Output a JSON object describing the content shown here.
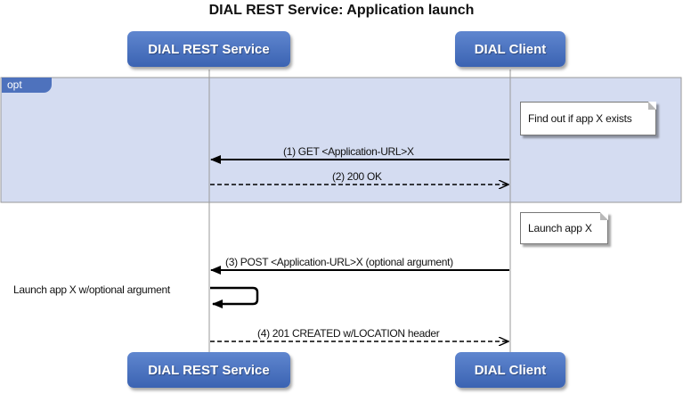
{
  "title": "DIAL REST Service: Application launch",
  "participants": [
    {
      "id": "rest",
      "label": "DIAL REST Service"
    },
    {
      "id": "client",
      "label": "DIAL Client"
    }
  ],
  "fragment": {
    "label": "opt"
  },
  "notes": [
    {
      "text": "Find out if app X exists"
    },
    {
      "text": "Launch app X"
    }
  ],
  "messages": [
    {
      "label": "(1) GET <Application-URL>X",
      "from": "client",
      "to": "rest",
      "style": "solid"
    },
    {
      "label": "(2) 200 OK",
      "from": "rest",
      "to": "client",
      "style": "dashed"
    },
    {
      "label": "(3) POST <Application-URL>X (optional argument)",
      "from": "client",
      "to": "rest",
      "style": "solid"
    },
    {
      "label": "(4) 201 CREATED w/LOCATION header",
      "from": "rest",
      "to": "client",
      "style": "dashed"
    }
  ],
  "self_message": {
    "label": "Launch app X w/optional argument",
    "on": "rest"
  },
  "colors": {
    "participant": "#4a70bf",
    "fragment_fill": "#d4dcf1",
    "lifeline": "#9a9a9a"
  }
}
